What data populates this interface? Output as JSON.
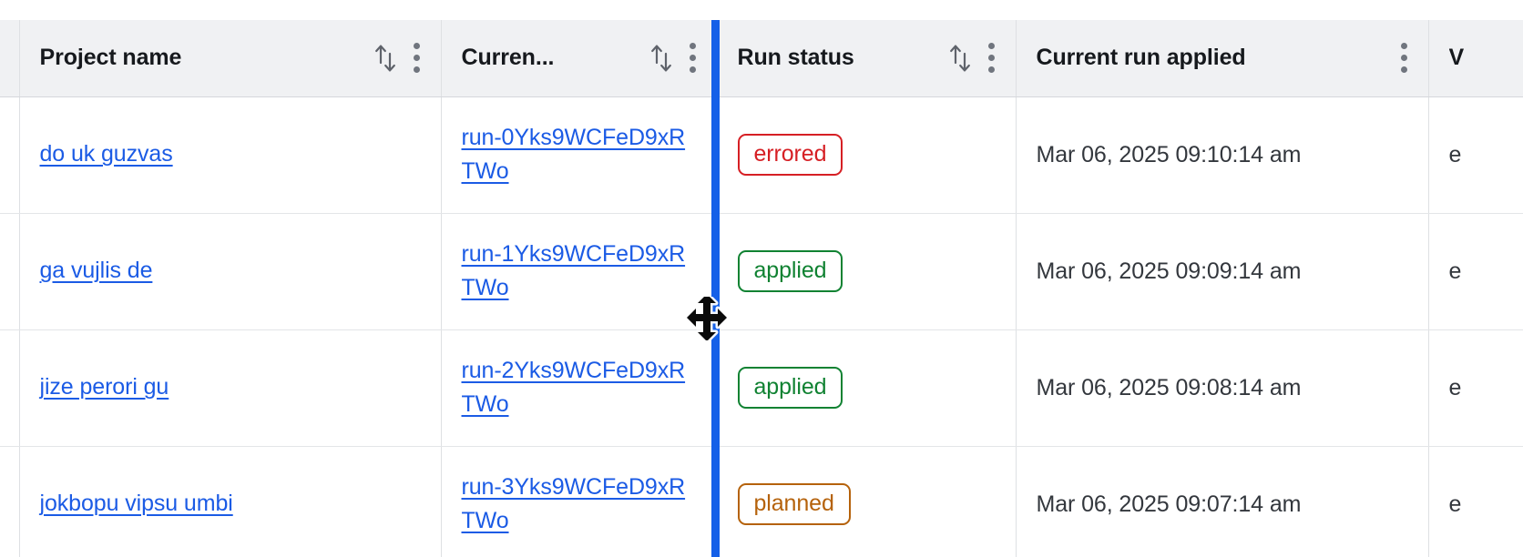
{
  "table": {
    "columns": [
      {
        "key": "gutter",
        "label": "",
        "sortable": false,
        "menu": false,
        "truncated": false
      },
      {
        "key": "project",
        "label": "Project name",
        "sortable": true,
        "menu": true,
        "truncated": false
      },
      {
        "key": "currun",
        "label": "Curren...",
        "sortable": true,
        "menu": true,
        "truncated": true
      },
      {
        "key": "status",
        "label": "Run status",
        "sortable": true,
        "menu": true,
        "truncated": false
      },
      {
        "key": "applied",
        "label": "Current run applied",
        "sortable": false,
        "menu": true,
        "truncated": false
      },
      {
        "key": "vcs",
        "label": "V",
        "sortable": false,
        "menu": false,
        "truncated": true
      }
    ],
    "rows": [
      {
        "project": "do uk guzvas",
        "current_run": "run-0Yks9WCFeD9xRTWo",
        "status": "errored",
        "status_kind": "errored",
        "current_run_applied": "Mar 06, 2025 09:10:14 am",
        "vcs": "e"
      },
      {
        "project": "ga vujlis de",
        "current_run": "run-1Yks9WCFeD9xRTWo",
        "status": "applied",
        "status_kind": "applied",
        "current_run_applied": "Mar 06, 2025 09:09:14 am",
        "vcs": "e"
      },
      {
        "project": "jize perori gu",
        "current_run": "run-2Yks9WCFeD9xRTWo",
        "status": "applied",
        "status_kind": "applied",
        "current_run_applied": "Mar 06, 2025 09:08:14 am",
        "vcs": "e"
      },
      {
        "project": "jokbopu vipsu umbi",
        "current_run": "run-3Yks9WCFeD9xRTWo",
        "status": "planned",
        "status_kind": "planned",
        "current_run_applied": "Mar 06, 2025 09:07:14 am",
        "vcs": "e"
      }
    ]
  },
  "interaction": {
    "column_resize_active": true,
    "resize_target_column": "Run status",
    "cursor": "col-resize-cursor"
  },
  "icons": {
    "sort": "sort-arrows-icon",
    "menu": "kebab-menu-icon",
    "cursor": "col-resize-cursor"
  },
  "colors": {
    "link": "#1B5BE5",
    "resize_line": "#1560E8",
    "header_bg": "#F0F1F3",
    "border": "#DEE0E3",
    "status_errored": "#D61F24",
    "status_applied": "#108232",
    "status_planned": "#B5620B",
    "text": "#33373D"
  }
}
